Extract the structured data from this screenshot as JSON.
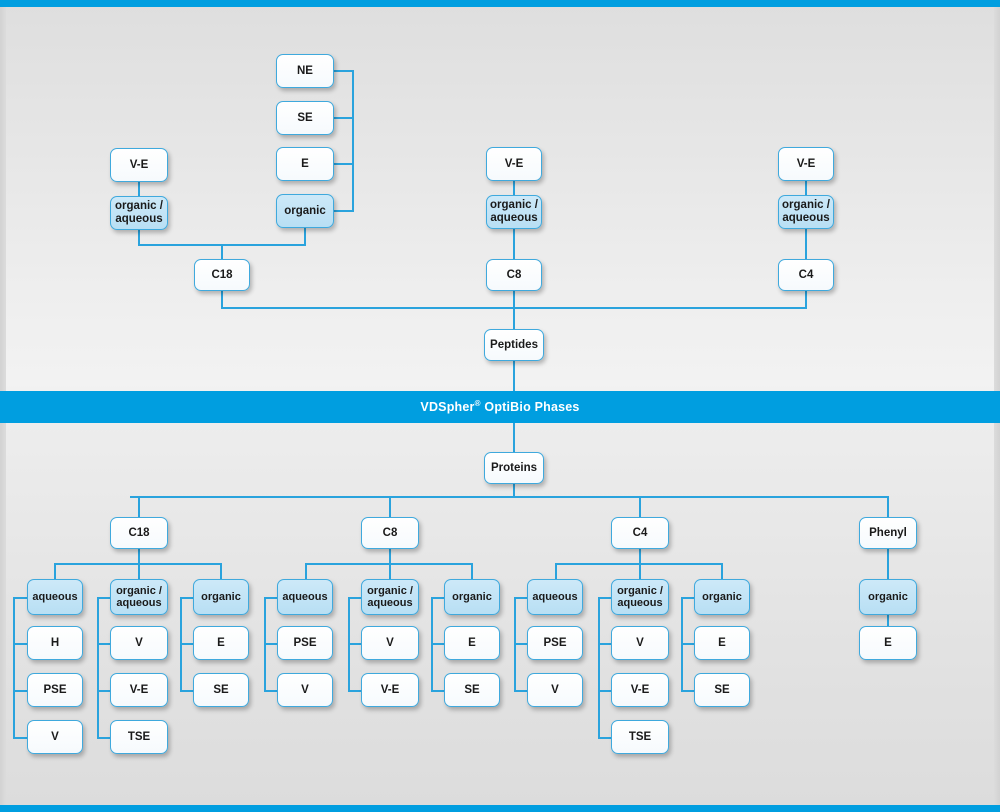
{
  "meta": {
    "banner_title_main": "VDSpher",
    "banner_title_sup": "®",
    "banner_title_rest": " OptiBio Phases",
    "accent_blue": "#009ee0",
    "line_blue": "#2aa3dd",
    "box_border": "#3fa9dd",
    "box_fill_light_blue": "#c3e4f7",
    "box_fill_white": "#fdfdfd",
    "page_bg": "#e5e5e5"
  },
  "peptides": {
    "root_label": "Peptides",
    "columns": [
      {
        "id": "c18",
        "chain_label": "C18",
        "modifiers": [
          {
            "id": "organic-aqueous",
            "label_line1": "organic /",
            "label_line2": "aqueous",
            "fill": "light-blue",
            "children": [
              {
                "label": "V-E"
              }
            ]
          },
          {
            "id": "organic",
            "label_line1": "organic",
            "label_line2": "",
            "fill": "light-blue",
            "children": [
              {
                "label": "NE"
              },
              {
                "label": "SE"
              },
              {
                "label": "E"
              }
            ]
          }
        ]
      },
      {
        "id": "c8",
        "chain_label": "C8",
        "modifiers": [
          {
            "id": "organic-aqueous",
            "label_line1": "organic /",
            "label_line2": "aqueous",
            "fill": "light-blue",
            "children": [
              {
                "label": "V-E"
              }
            ]
          }
        ]
      },
      {
        "id": "c4",
        "chain_label": "C4",
        "modifiers": [
          {
            "id": "organic-aqueous",
            "label_line1": "organic /",
            "label_line2": "aqueous",
            "fill": "light-blue",
            "children": [
              {
                "label": "V-E"
              }
            ]
          }
        ]
      }
    ]
  },
  "proteins": {
    "root_label": "Proteins",
    "columns": [
      {
        "id": "c18",
        "chain_label": "C18",
        "groups": [
          {
            "id": "aqueous",
            "label_line1": "aqueous",
            "label_line2": "",
            "fill": "light-blue",
            "children": [
              {
                "label": "H"
              },
              {
                "label": "PSE"
              },
              {
                "label": "V"
              }
            ]
          },
          {
            "id": "organic-aqueous",
            "label_line1": "organic /",
            "label_line2": "aqueous",
            "fill": "light-blue",
            "children": [
              {
                "label": "V"
              },
              {
                "label": "V-E"
              },
              {
                "label": "TSE"
              }
            ]
          },
          {
            "id": "organic",
            "label_line1": "organic",
            "label_line2": "",
            "fill": "light-blue",
            "children": [
              {
                "label": "E"
              },
              {
                "label": "SE"
              }
            ]
          }
        ]
      },
      {
        "id": "c8",
        "chain_label": "C8",
        "groups": [
          {
            "id": "aqueous",
            "label_line1": "aqueous",
            "label_line2": "",
            "fill": "light-blue",
            "children": [
              {
                "label": "PSE"
              },
              {
                "label": "V"
              }
            ]
          },
          {
            "id": "organic-aqueous",
            "label_line1": "organic /",
            "label_line2": "aqueous",
            "fill": "light-blue",
            "children": [
              {
                "label": "V"
              },
              {
                "label": "V-E"
              }
            ]
          },
          {
            "id": "organic",
            "label_line1": "organic",
            "label_line2": "",
            "fill": "light-blue",
            "children": [
              {
                "label": "E"
              },
              {
                "label": "SE"
              }
            ]
          }
        ]
      },
      {
        "id": "c4",
        "chain_label": "C4",
        "groups": [
          {
            "id": "aqueous",
            "label_line1": "aqueous",
            "label_line2": "",
            "fill": "light-blue",
            "children": [
              {
                "label": "PSE"
              },
              {
                "label": "V"
              }
            ]
          },
          {
            "id": "organic-aqueous",
            "label_line1": "organic /",
            "label_line2": "aqueous",
            "fill": "light-blue",
            "children": [
              {
                "label": "V"
              },
              {
                "label": "V-E"
              },
              {
                "label": "TSE"
              }
            ]
          },
          {
            "id": "organic",
            "label_line1": "organic",
            "label_line2": "",
            "fill": "light-blue",
            "children": [
              {
                "label": "E"
              },
              {
                "label": "SE"
              }
            ]
          }
        ]
      },
      {
        "id": "phenyl",
        "chain_label": "Phenyl",
        "groups": [
          {
            "id": "organic",
            "label_line1": "organic",
            "label_line2": "",
            "fill": "light-blue",
            "children": [
              {
                "label": "E"
              }
            ]
          }
        ]
      }
    ]
  }
}
